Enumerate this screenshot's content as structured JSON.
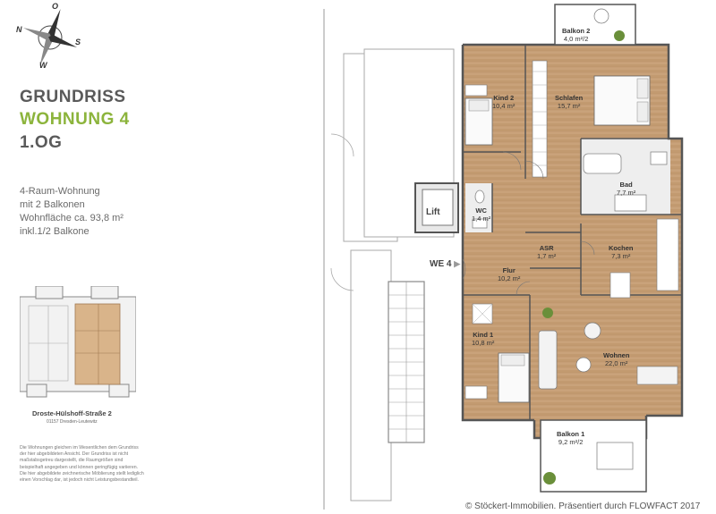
{
  "compass": {
    "n": "N",
    "o": "O",
    "s": "S",
    "w": "W"
  },
  "title": {
    "line1": "GRUNDRISS",
    "line2": "WOHNUNG 4",
    "line3": "1.OG"
  },
  "title_color_accent": "#8cb43c",
  "info": [
    "4-Raum-Wohnung",
    "mit 2 Balkonen",
    "Wohnfläche ca. 93,8 m²",
    "inkl.1/2 Balkone"
  ],
  "address": {
    "street": "Droste-Hülshoff-Straße 2",
    "city": "01157 Dresden-Leutewitz"
  },
  "disclaimer": [
    "Die Wohnungen gleichen im Wesentlichen dem Grundriss",
    "der hier abgebildeten Ansicht. Der Grundriss ist nicht",
    "maßstabsgetreu dargestellt, die Raumgrößen sind",
    "beispielhaft angegeben und können geringfügig variieren.",
    "Die hier abgebildete zeichnerische Möblierung stellt lediglich",
    "einen Vorschlag dar, ist jedoch nicht Leistungsbestandteil."
  ],
  "rooms": {
    "balkon2": {
      "name": "Balkon 2",
      "area": "4,0 m²/2"
    },
    "kind2": {
      "name": "Kind 2",
      "area": "10,4 m²"
    },
    "schlafen": {
      "name": "Schlafen",
      "area": "15,7 m²"
    },
    "bad": {
      "name": "Bad",
      "area": "7,7 m²"
    },
    "wc": {
      "name": "WC",
      "area": "1,4 m²"
    },
    "asr": {
      "name": "ASR",
      "area": "1,7 m²"
    },
    "kochen": {
      "name": "Kochen",
      "area": "7,3 m²"
    },
    "flur": {
      "name": "Flur",
      "area": "10,2 m²"
    },
    "kind1": {
      "name": "Kind 1",
      "area": "10,8 m²"
    },
    "wohnen": {
      "name": "Wohnen",
      "area": "22,0 m²"
    },
    "balkon1": {
      "name": "Balkon 1",
      "area": "9,2 m²/2"
    }
  },
  "lift": "Lift",
  "entrance": "WE 4",
  "copyright": "© Stöckert-Immobilien. Präsentiert durch FLOWFACT 2017"
}
